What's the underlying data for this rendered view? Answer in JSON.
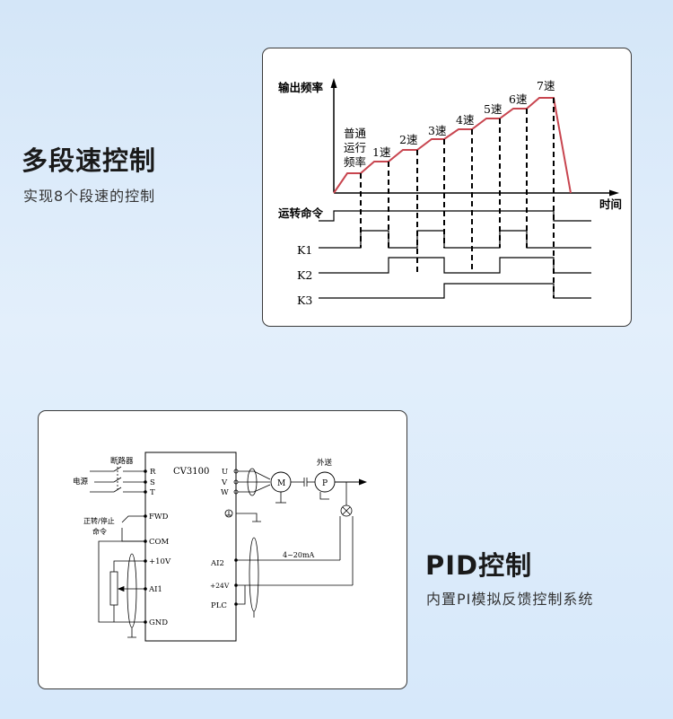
{
  "section1": {
    "title": "多段速控制",
    "subtitle": "实现8个段速的控制"
  },
  "section2": {
    "title": "PID控制",
    "subtitle": "内置PI模拟反馈控制系统"
  },
  "speed_diagram": {
    "y_axis_label": "输出频率",
    "x_axis_label": "时间",
    "run_label": "运转命令",
    "initial_label_lines": [
      "普通",
      "运行",
      "频率"
    ],
    "step_labels": [
      "1速",
      "2速",
      "3速",
      "4速",
      "5速",
      "6速",
      "7速"
    ],
    "signals": [
      "K1",
      "K2",
      "K3"
    ]
  },
  "wiring_diagram": {
    "breaker": "断路器",
    "power": "电源",
    "model": "CV3100",
    "inputs": [
      "R",
      "S",
      "T"
    ],
    "outputs": [
      "U",
      "V",
      "W"
    ],
    "fwd": "FWD",
    "cmd_lines": [
      "正转/停止",
      "命令"
    ],
    "com": "COM",
    "v10": "+10V",
    "ai1": "AI1",
    "gnd": "GND",
    "ai2": "AI2",
    "v24": "+24V",
    "plc": "PLC",
    "motor": "M",
    "pump": "P",
    "outlet": "外送",
    "current": "4~20mA"
  },
  "colors": {
    "speed_curve": "#c8454f",
    "background": "#d9eaf9"
  }
}
